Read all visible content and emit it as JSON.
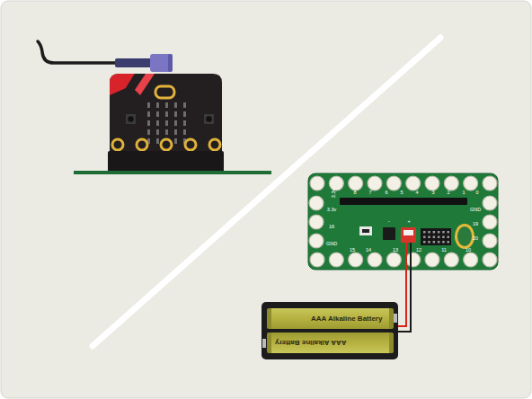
{
  "diagram": {
    "nodes": [
      {
        "text": [
          "AAA Alkaline Battery"
        ]
      },
      {
        "text": [
          "AAA Alkaline Battery"
        ]
      }
    ],
    "labels": [
      "3.3v",
      "8",
      "7",
      "6",
      "5",
      "4",
      "3",
      "2",
      "1",
      "0",
      "3.3v",
      "16",
      "GND",
      "GND",
      "19",
      "20",
      "15",
      "14",
      "13",
      "12",
      "11",
      "10",
      "-",
      "+"
    ]
  }
}
